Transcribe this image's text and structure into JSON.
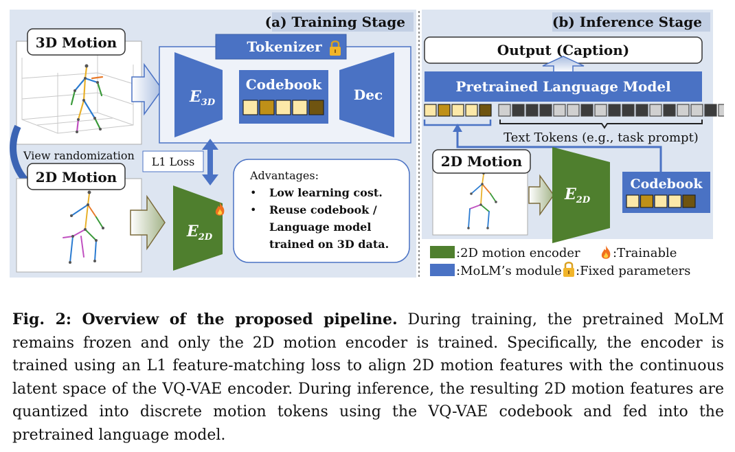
{
  "colors": {
    "panel_bg": "#dde5f1",
    "stage_header_bg": "#c2cfe4",
    "module_blue": "#4a72c4",
    "encoder_green": "#4f7f2e",
    "token_light": "#fce8a8",
    "token_mid": "#bf9018",
    "token_dark": "#6f5410",
    "text_token_dark": "#3c3c3c",
    "text_token_light": "#d0d0d0"
  },
  "training": {
    "stage_title": "(a) Training Stage",
    "motion3d_label": "3D Motion",
    "motion2d_label": "2D Motion",
    "view_randomization": "View randomization",
    "tokenizer_label": "Tokenizer",
    "lock_icon": "lock-icon",
    "encoder3d_label": "E",
    "encoder3d_sub": "3D",
    "codebook_label": "Codebook",
    "decoder_label": "Dec",
    "l1_loss": "L1 Loss",
    "encoder2d_label": "E",
    "encoder2d_sub": "2D",
    "fire_icon": "fire-icon",
    "advantages_title": "Advantages:",
    "advantages_items": [
      "Low learning cost.",
      "Reuse codebook /",
      "Language model",
      "trained on 3D data."
    ]
  },
  "inference": {
    "stage_title": "(b) Inference Stage",
    "output_label": "Output (Caption)",
    "plm_label": "Pretrained Language Model",
    "text_tokens_label": "Text Tokens (e.g., task prompt)",
    "motion2d_label": "2D Motion",
    "encoder2d_label": "E",
    "encoder2d_sub": "2D",
    "codebook_label": "Codebook"
  },
  "legend": {
    "encoder_text": ":2D motion encoder",
    "trainable_text": ":Trainable",
    "module_text": ":MoLM’s module",
    "fixed_text": ":Fixed parameters"
  },
  "caption": {
    "label": "Fig. 2: Overview of the proposed pipeline.",
    "text": " During training, the pretrained MoLM remains frozen and only the 2D motion encoder is trained. Specifically, the encoder is trained using an L1 feature-matching loss to align 2D motion features with the continuous latent space of the VQ-VAE encoder. During inference, the resulting 2D motion features are quantized into discrete motion tokens using the VQ-VAE codebook and fed into the pretrained language model."
  }
}
